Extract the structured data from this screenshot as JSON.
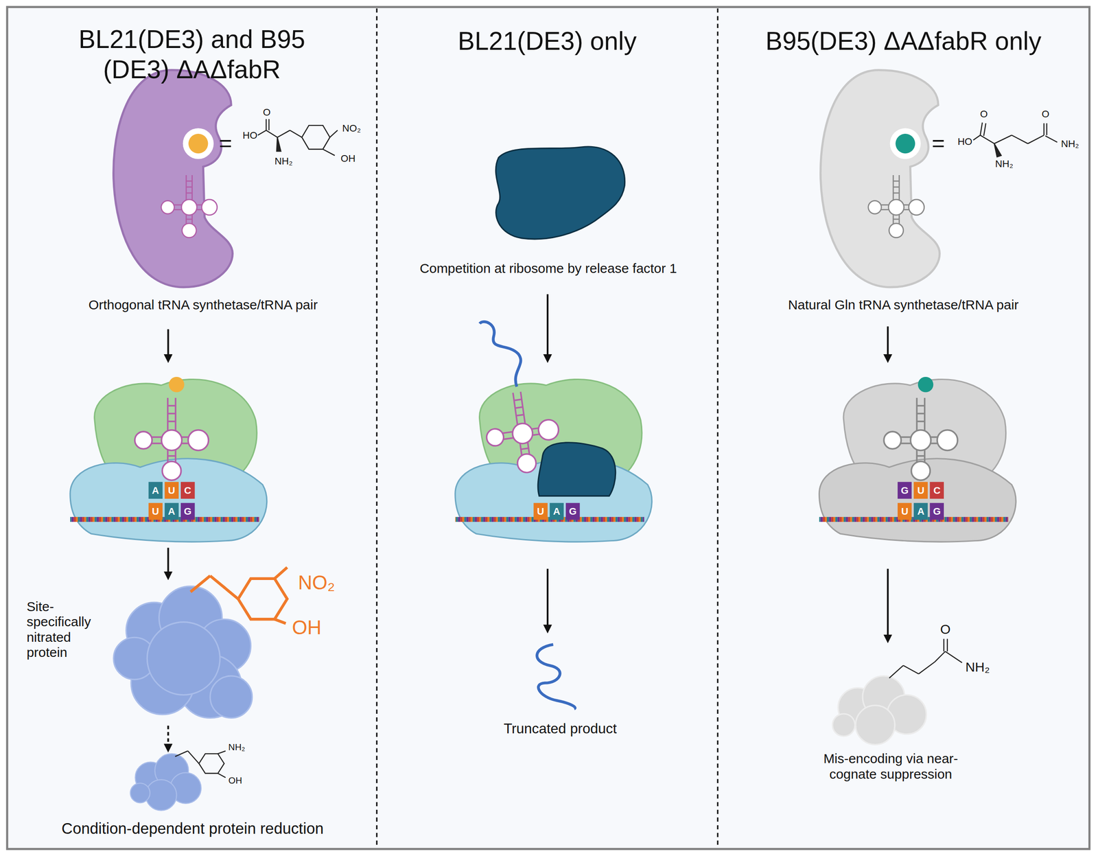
{
  "diagram": {
    "nodes": [
      {
        "text": [
          "BL21(DE3) and B95 (DE3) ΔAΔfabR"
        ]
      },
      {
        "text": [
          "BL21(DE3) only"
        ]
      },
      {
        "text": [
          "B95(DE3) ΔAΔfabR only"
        ]
      }
    ],
    "labels": [
      "HO",
      "O",
      "NH₂",
      "NO₂",
      "OH",
      "=",
      "Orthogonal tRNA synthetase/tRNA pair",
      "A",
      "U",
      "C",
      "U",
      "A",
      "G",
      "Site-specifically nitrated protein",
      "NO₂",
      "OH",
      "NH₂",
      "OH",
      "Condition-dependent protein reduction",
      "Competition at ribosome by release factor 1",
      "U",
      "A",
      "G",
      "Truncated product",
      "=",
      "HO",
      "O",
      "NH₂",
      "O",
      "NH₂",
      "Natural Gln tRNA synthetase/tRNA pair",
      "G",
      "U",
      "C",
      "U",
      "A",
      "G",
      "O",
      "NH₂",
      "Mis-encoding via near-cognate suppression"
    ]
  }
}
